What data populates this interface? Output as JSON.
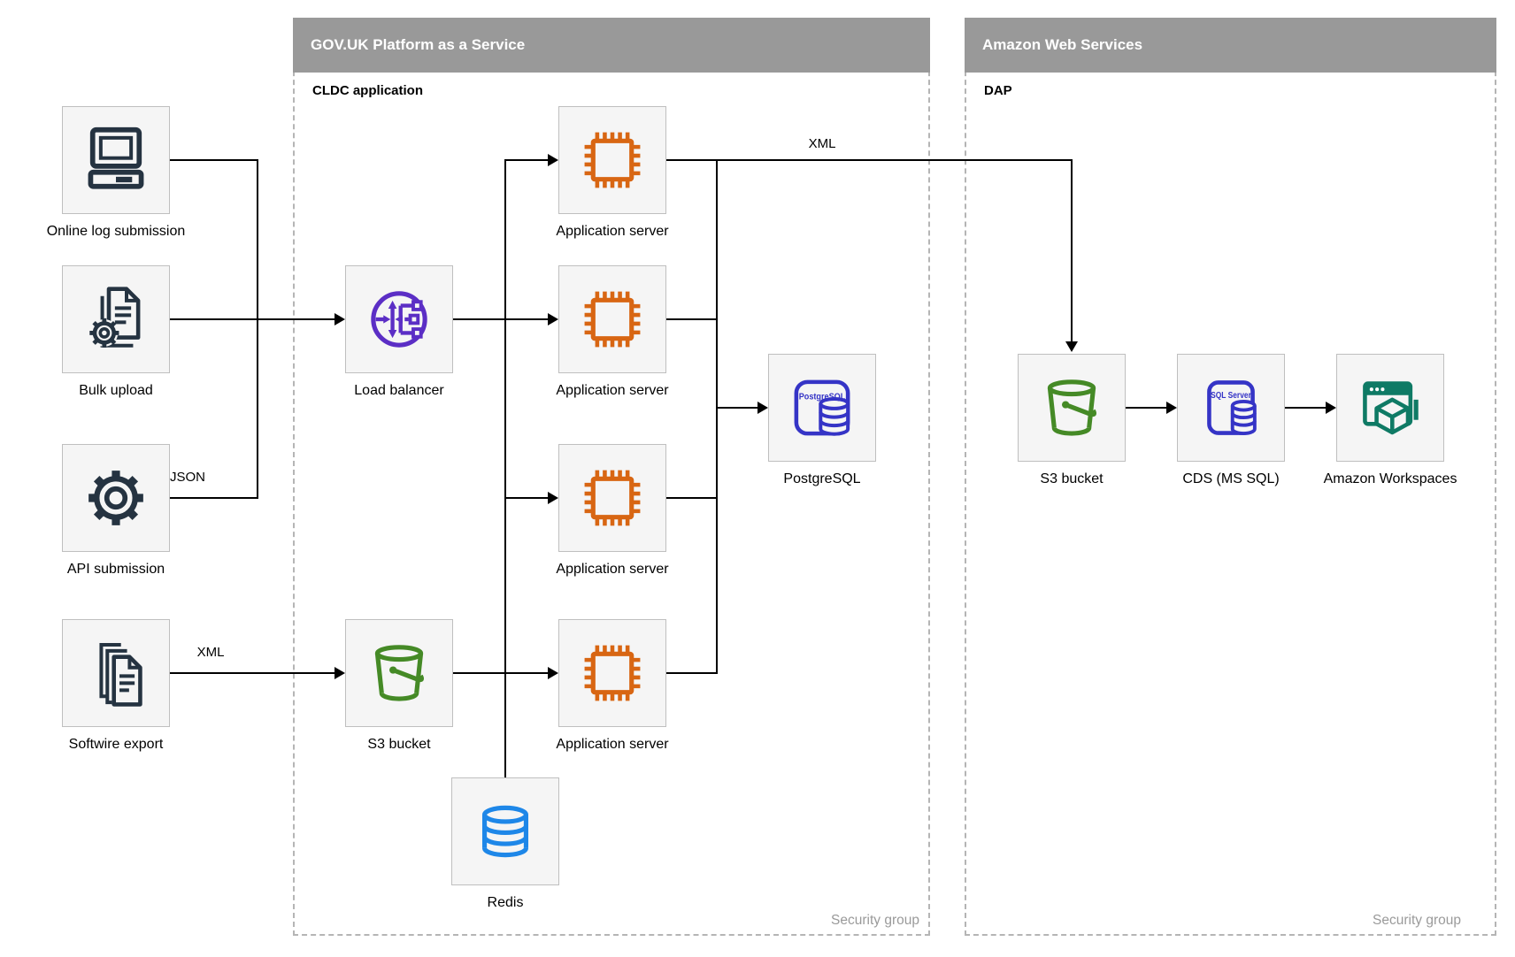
{
  "containers": {
    "paas": {
      "title": "GOV.UK Platform as a Service",
      "sublabel": "CLDC application",
      "footer": "Security group"
    },
    "aws": {
      "title": "Amazon Web Services",
      "sublabel": "DAP",
      "footer": "Security group"
    }
  },
  "nodes": {
    "online_log": {
      "label": "Online log submission",
      "icon": "desktop-computer-icon"
    },
    "bulk_upload": {
      "label": "Bulk upload",
      "icon": "document-gear-icon"
    },
    "api_submission": {
      "label": "API submission",
      "icon": "gear-icon"
    },
    "softwire_export": {
      "label": "Softwire export",
      "icon": "documents-stack-icon"
    },
    "load_balancer": {
      "label": "Load balancer",
      "icon": "load-balancer-icon"
    },
    "app_server_1": {
      "label": "Application server",
      "icon": "cpu-chip-icon"
    },
    "app_server_2": {
      "label": "Application server",
      "icon": "cpu-chip-icon"
    },
    "app_server_3": {
      "label": "Application server",
      "icon": "cpu-chip-icon"
    },
    "app_server_4": {
      "label": "Application server",
      "icon": "cpu-chip-icon"
    },
    "postgresql": {
      "label": "PostgreSQL",
      "badge": "PostgreSQL",
      "icon": "postgresql-database-icon"
    },
    "paas_s3_bucket": {
      "label": "S3 bucket",
      "icon": "s3-bucket-icon"
    },
    "redis": {
      "label": "Redis",
      "icon": "redis-database-icon"
    },
    "aws_s3_bucket": {
      "label": "S3 bucket",
      "icon": "s3-bucket-icon"
    },
    "cds": {
      "label": "CDS (MS SQL)",
      "badge": "SQL Server",
      "icon": "sql-server-database-icon"
    },
    "workspaces": {
      "label": "Amazon Workspaces",
      "icon": "amazon-workspaces-icon"
    }
  },
  "edge_labels": {
    "json": "JSON",
    "xml_softwire": "XML",
    "xml_export": "XML"
  },
  "colors": {
    "header_bg": "#999999",
    "header_text": "#ffffff",
    "node_fill": "#f5f5f5",
    "node_border": "#bfbfbf",
    "container_border": "#b5b5b5",
    "security_group_text": "#9a9a9a",
    "edge_line": "#000000",
    "source_icon_navy": "#253341",
    "load_balancer_purple": "#5b2ec5",
    "app_server_orange": "#d86613",
    "database_indigo": "#3534c6",
    "redis_blue": "#1e87e8",
    "s3_green": "#458a26",
    "workspaces_teal": "#0f7a65"
  }
}
